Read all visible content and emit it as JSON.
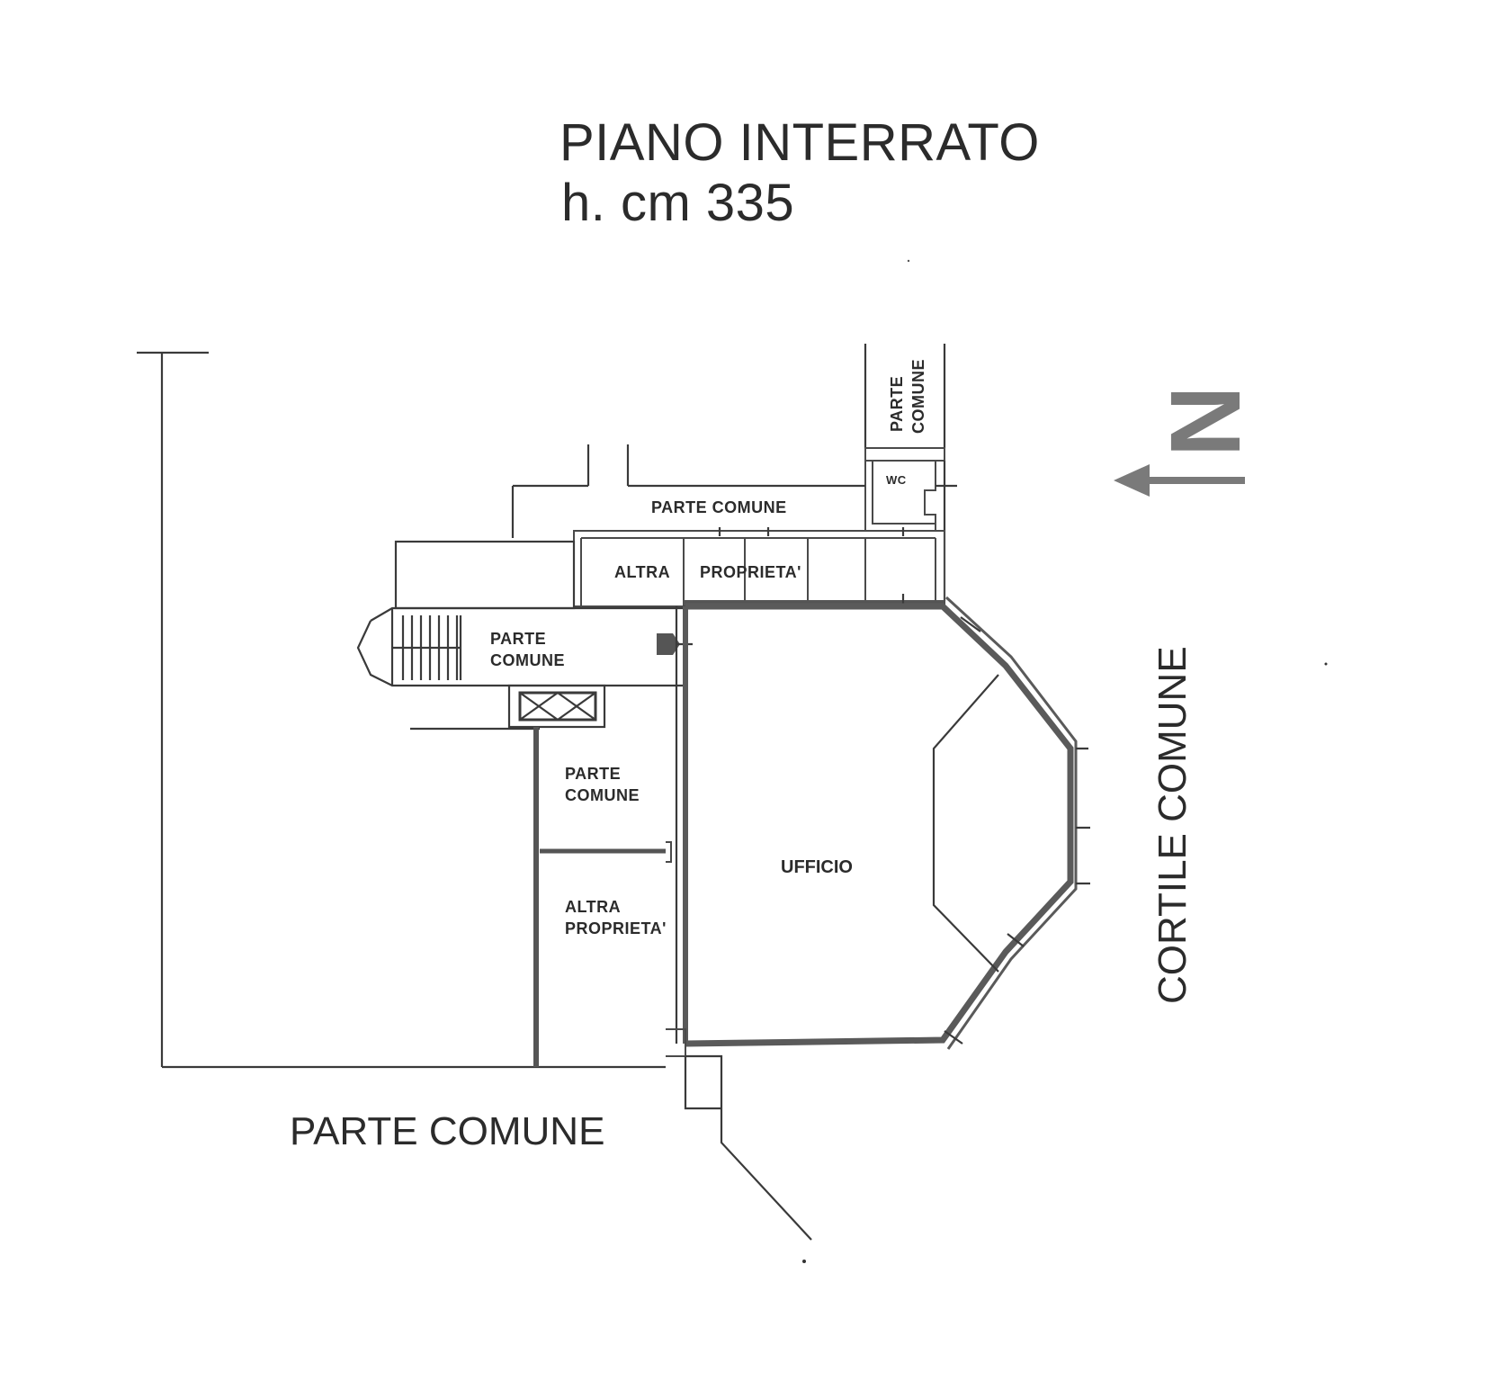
{
  "title": {
    "line1": "PIANO INTERRATO",
    "line2": "h. cm 335"
  },
  "labels": {
    "parte_comune_top_strip": "PARTE COMUNE",
    "parte_comune_north_1": "PARTE",
    "parte_comune_north_2": "COMUNE",
    "wc": "WC",
    "altra": "ALTRA",
    "proprieta_top": "PROPRIETA'",
    "stair_parte": "PARTE",
    "stair_comune": "COMUNE",
    "mid_parte": "PARTE",
    "mid_comune": "COMUNE",
    "altra_2": "ALTRA",
    "proprieta_2": "PROPRIETA'",
    "ufficio": "UFFICIO",
    "cortile_comune": "CORTILE COMUNE",
    "parte_comune_bottom": "PARTE COMUNE",
    "north": "N"
  },
  "colors": {
    "ink": "#2b2b2b",
    "wall": "#5a5a5a",
    "background": "#ffffff"
  }
}
